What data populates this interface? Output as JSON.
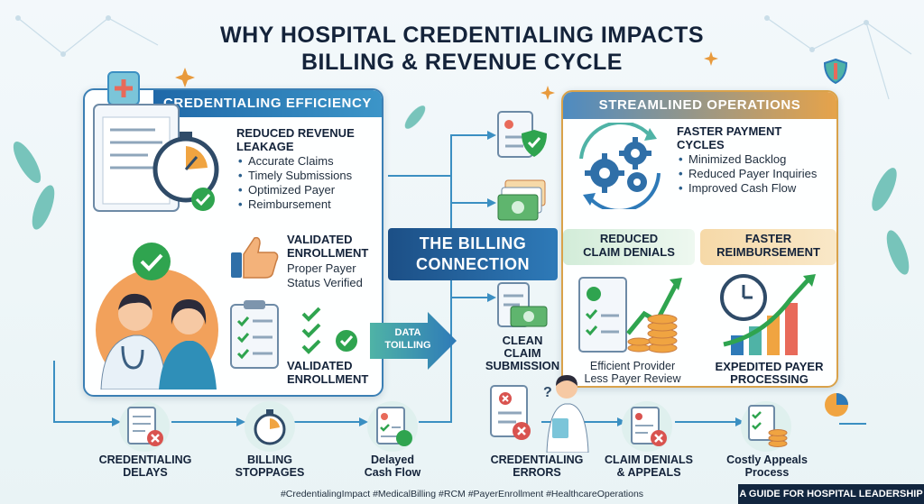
{
  "title": {
    "line1": "WHY HOSPITAL CREDENTIALING IMPACTS",
    "line2": "BILLING & REVENUE CYCLE"
  },
  "left_panel": {
    "banner": "CREDENTIALING EFFICIENCY",
    "section1": {
      "heading_line1": "REDUCED REVENUE",
      "heading_line2": "LEAKAGE",
      "bullets": [
        "Accurate Claims",
        "Timely Submissions",
        "Optimized Payer",
        "Reimbursement"
      ]
    },
    "section2": {
      "heading_line1": "VALIDATED",
      "heading_line2": "ENROLLMENT",
      "text_line1": "Proper Payer",
      "text_line2": "Status Verified"
    },
    "section3": {
      "heading_line1": "VALIDATED",
      "heading_line2": "ENROLLMENT"
    }
  },
  "data_arrow": {
    "line1": "DATA",
    "line2": "TOILLING"
  },
  "center": {
    "line1": "THE BILLING",
    "line2": "CONNECTION",
    "clean_claim_line1": "CLEAN",
    "clean_claim_line2": "CLAIM",
    "clean_claim_line3": "SUBMISSION"
  },
  "right_panel": {
    "banner": "STREAMLINED OPERATIONS",
    "section1": {
      "heading_line1": "FASTER PAYMENT",
      "heading_line2": "CYCLES",
      "bullets": [
        "Minimized Backlog",
        "Reduced Payer Inquiries",
        "Improved Cash Flow"
      ]
    },
    "denials": {
      "heading_line1": "REDUCED",
      "heading_line2": "CLAIM DENIALS",
      "caption_line1": "Efficient Provider",
      "caption_line2": "Less Payer Review"
    },
    "reimbursement": {
      "heading_line1": "FASTER",
      "heading_line2": "REIMBURSEMENT",
      "caption_line1": "EXPEDITED PAYER",
      "caption_line2": "PROCESSING"
    }
  },
  "bottom": {
    "items": [
      {
        "line1": "CREDENTIALING",
        "line2": "DELAYS"
      },
      {
        "line1": "BILLING",
        "line2": "STOPPAGES"
      },
      {
        "line1": "Delayed",
        "line2": "Cash Flow"
      },
      {
        "line1": "CREDENTIALING",
        "line2": "ERRORS"
      },
      {
        "line1": "CLAIM DENIALS",
        "line2": "& APPEALS"
      },
      {
        "line1": "Costly Appeals",
        "line2": "Process"
      }
    ],
    "hashtags": "#CredentialingImpact #MedicalBilling #RCM #PayerEnrollment #HealthcareOperations",
    "guide": "A GUIDE FOR HOSPITAL LEADERSHIP"
  },
  "colors": {
    "navy": "#14233a",
    "blue": "#1f68a8",
    "teal": "#4fb3a6",
    "orange": "#e6a34a",
    "green": "#2fa44f",
    "red": "#d9534f"
  }
}
